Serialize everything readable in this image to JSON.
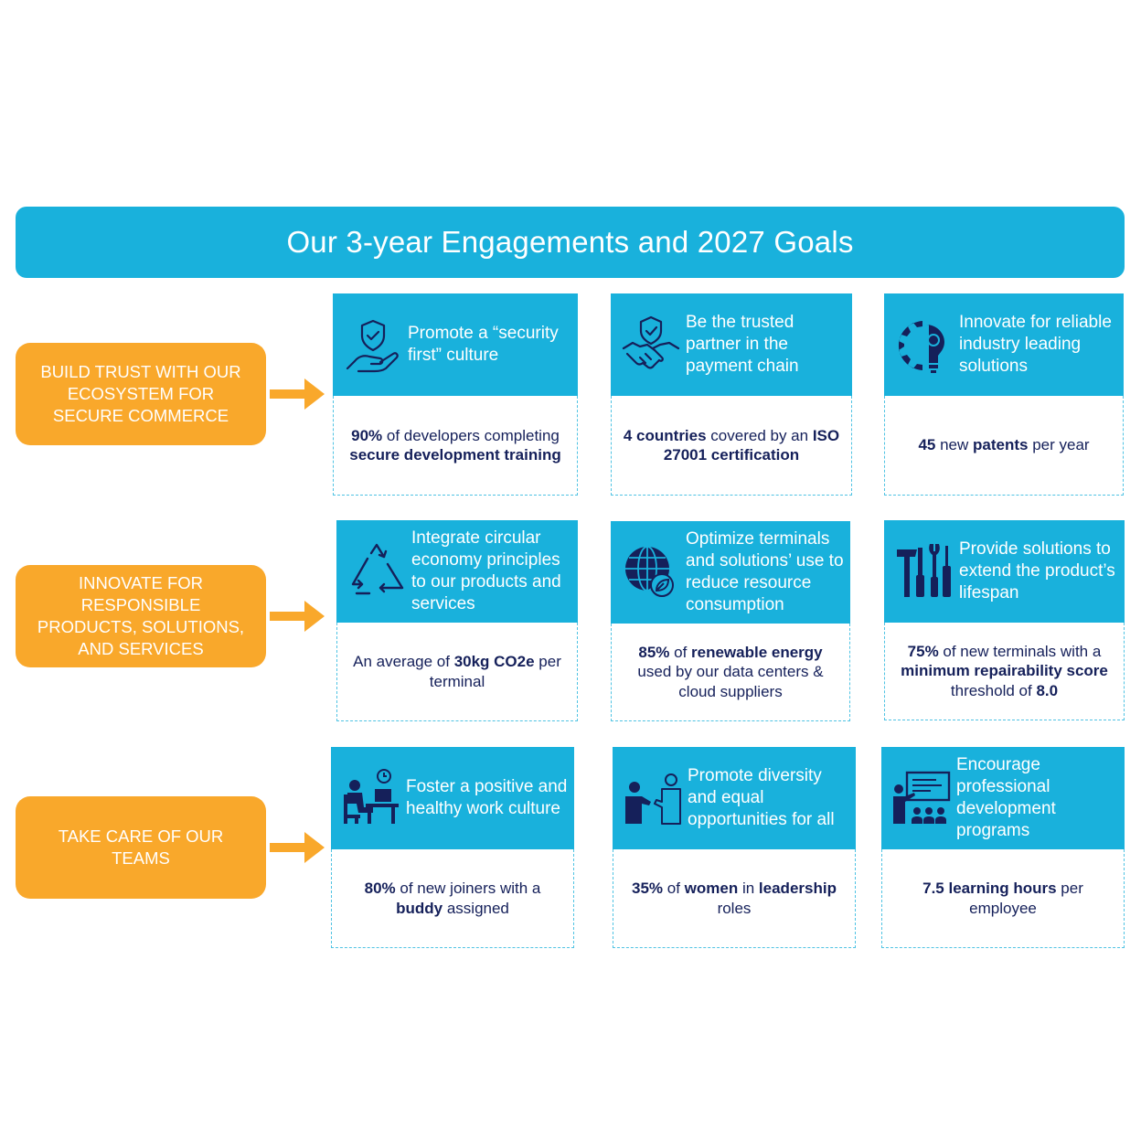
{
  "title": "Our 3-year Engagements and 2027 Goals",
  "pillars": [
    {
      "label": "BUILD TRUST WITH OUR ECOSYSTEM FOR SECURE COMMERCE"
    },
    {
      "label": "INNOVATE FOR RESPONSIBLE PRODUCTS, SOLUTIONS, AND SERVICES"
    },
    {
      "label": "TAKE CARE OF OUR TEAMS"
    }
  ],
  "cards": [
    {
      "icon": "hand-shield-icon",
      "heading": "Promote a “security first” culture",
      "goal": [
        {
          "t": "90%",
          "b": true
        },
        {
          "t": " of developers completing "
        },
        {
          "t": "secure development training",
          "b": true
        }
      ]
    },
    {
      "icon": "handshake-shield-icon",
      "heading": "Be the trusted partner in the payment chain",
      "goal": [
        {
          "t": "4 countries",
          "b": true
        },
        {
          "t": " covered by an "
        },
        {
          "t": "ISO 27001 certification",
          "b": true
        }
      ]
    },
    {
      "icon": "gear-lightbulb-icon",
      "heading": "Innovate for reliable industry leading solutions",
      "goal": [
        {
          "t": "45",
          "b": true
        },
        {
          "t": " new "
        },
        {
          "t": "patents",
          "b": true
        },
        {
          "t": " per year"
        }
      ]
    },
    {
      "icon": "recycle-icon",
      "heading": "Integrate circular economy principles to our products and services",
      "goal": [
        {
          "t": "An average of "
        },
        {
          "t": "30kg CO2e",
          "b": true
        },
        {
          "t": " per terminal"
        }
      ]
    },
    {
      "icon": "globe-leaf-icon",
      "heading": "Optimize terminals and solutions’ use to reduce resource consumption",
      "goal": [
        {
          "t": "85%",
          "b": true
        },
        {
          "t": " of "
        },
        {
          "t": "renewable energy",
          "b": true
        },
        {
          "t": " used by our data centers & cloud suppliers"
        }
      ]
    },
    {
      "icon": "tools-icon",
      "heading": "Provide solutions to extend the product’s lifespan",
      "goal": [
        {
          "t": "75%",
          "b": true
        },
        {
          "t": " of new terminals with a "
        },
        {
          "t": "minimum repairability score",
          "b": true
        },
        {
          "t": " threshold of "
        },
        {
          "t": "8.0",
          "b": true
        }
      ]
    },
    {
      "icon": "desk-worker-icon",
      "heading": "Foster a positive and healthy work culture",
      "goal": [
        {
          "t": "80%",
          "b": true
        },
        {
          "t": " of new joiners with a "
        },
        {
          "t": "buddy",
          "b": true
        },
        {
          "t": " assigned"
        }
      ]
    },
    {
      "icon": "people-handshake-icon",
      "heading": "Promote diversity and equal opportunities for all",
      "goal": [
        {
          "t": "35%",
          "b": true
        },
        {
          "t": " of "
        },
        {
          "t": "women",
          "b": true
        },
        {
          "t": " in "
        },
        {
          "t": "leadership",
          "b": true
        },
        {
          "t": " roles"
        }
      ]
    },
    {
      "icon": "presentation-icon",
      "heading": "Encourage professional development programs",
      "goal": [
        {
          "t": "7.5 learning hours",
          "b": true
        },
        {
          "t": " per employee"
        }
      ]
    }
  ],
  "colors": {
    "banner": "#19b1dc",
    "pillar": "#f9a82b",
    "text": "#15205a"
  }
}
